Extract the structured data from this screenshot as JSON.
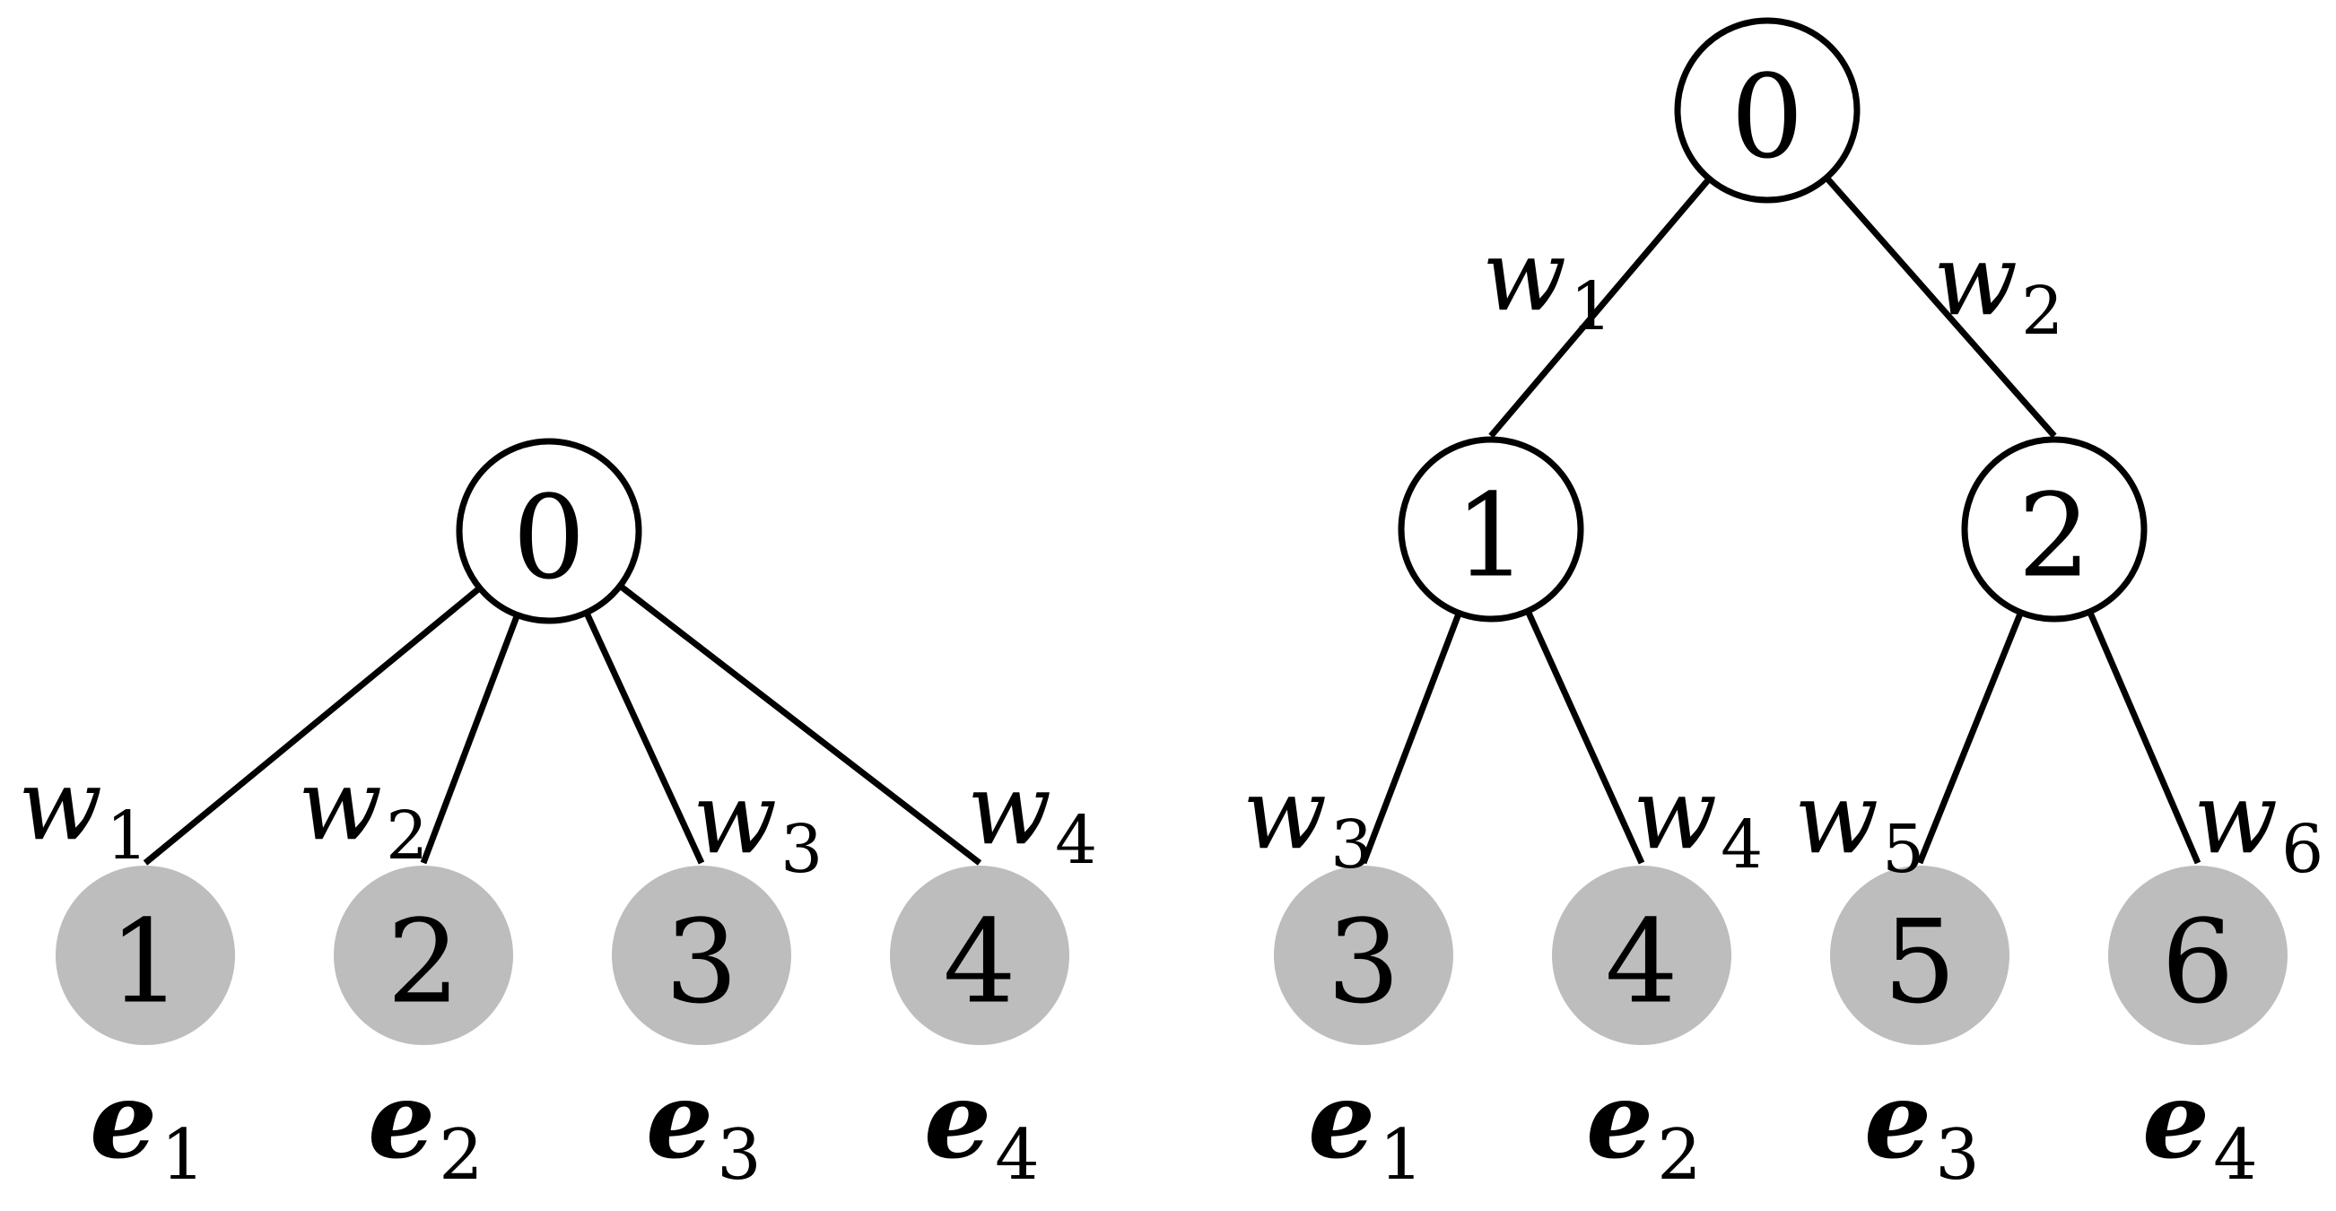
{
  "trees": [
    {
      "nodes": [
        {
          "id": "0",
          "label": "0",
          "kind": "inner"
        },
        {
          "id": "1",
          "label": "1",
          "kind": "leaf"
        },
        {
          "id": "2",
          "label": "2",
          "kind": "leaf"
        },
        {
          "id": "3",
          "label": "3",
          "kind": "leaf"
        },
        {
          "id": "4",
          "label": "4",
          "kind": "leaf"
        }
      ],
      "edges": [
        {
          "from": "0",
          "to": "1",
          "weight": {
            "base": "w",
            "sub": "1"
          }
        },
        {
          "from": "0",
          "to": "2",
          "weight": {
            "base": "w",
            "sub": "2"
          }
        },
        {
          "from": "0",
          "to": "3",
          "weight": {
            "base": "w",
            "sub": "3"
          }
        },
        {
          "from": "0",
          "to": "4",
          "weight": {
            "base": "w",
            "sub": "4"
          }
        }
      ],
      "leaf_labels": [
        {
          "node": "1",
          "base": "e",
          "sub": "1"
        },
        {
          "node": "2",
          "base": "e",
          "sub": "2"
        },
        {
          "node": "3",
          "base": "e",
          "sub": "3"
        },
        {
          "node": "4",
          "base": "e",
          "sub": "4"
        }
      ]
    },
    {
      "nodes": [
        {
          "id": "0",
          "label": "0",
          "kind": "inner"
        },
        {
          "id": "1",
          "label": "1",
          "kind": "inner"
        },
        {
          "id": "2",
          "label": "2",
          "kind": "inner"
        },
        {
          "id": "3",
          "label": "3",
          "kind": "leaf"
        },
        {
          "id": "4",
          "label": "4",
          "kind": "leaf"
        },
        {
          "id": "5",
          "label": "5",
          "kind": "leaf"
        },
        {
          "id": "6",
          "label": "6",
          "kind": "leaf"
        }
      ],
      "edges": [
        {
          "from": "0",
          "to": "1",
          "weight": {
            "base": "w",
            "sub": "1"
          }
        },
        {
          "from": "0",
          "to": "2",
          "weight": {
            "base": "w",
            "sub": "2"
          }
        },
        {
          "from": "1",
          "to": "3",
          "weight": {
            "base": "w",
            "sub": "3"
          }
        },
        {
          "from": "1",
          "to": "4",
          "weight": {
            "base": "w",
            "sub": "4"
          }
        },
        {
          "from": "2",
          "to": "5",
          "weight": {
            "base": "w",
            "sub": "5"
          }
        },
        {
          "from": "2",
          "to": "6",
          "weight": {
            "base": "w",
            "sub": "6"
          }
        }
      ],
      "leaf_labels": [
        {
          "node": "3",
          "base": "e",
          "sub": "1"
        },
        {
          "node": "4",
          "base": "e",
          "sub": "2"
        },
        {
          "node": "5",
          "base": "e",
          "sub": "3"
        },
        {
          "node": "6",
          "base": "e",
          "sub": "4"
        }
      ]
    }
  ],
  "colors": {
    "leaf_fill": "#bdbdbd",
    "inner_fill": "#ffffff",
    "stroke": "#000000"
  }
}
